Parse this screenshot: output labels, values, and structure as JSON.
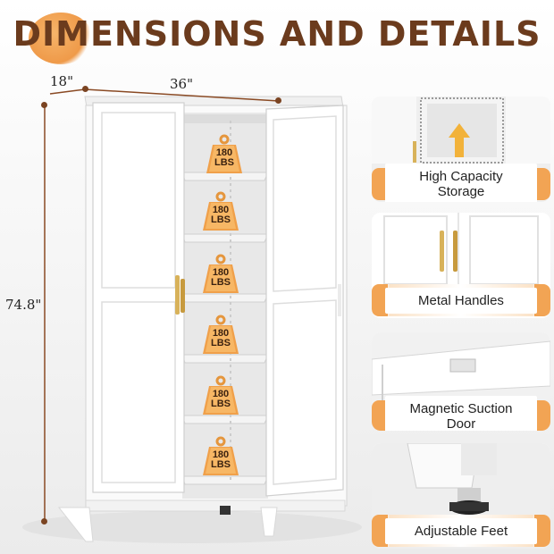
{
  "title": "DIMENSIONS AND DETAILS",
  "dimensions": {
    "depth": "18\"",
    "width": "36\"",
    "height": "74.8\""
  },
  "shelf_weight_label": [
    "180",
    "LBS"
  ],
  "shelves": [
    {
      "weight": "180",
      "unit": "LBS"
    },
    {
      "weight": "180",
      "unit": "LBS"
    },
    {
      "weight": "180",
      "unit": "LBS"
    },
    {
      "weight": "180",
      "unit": "LBS"
    },
    {
      "weight": "180",
      "unit": "LBS"
    },
    {
      "weight": "180",
      "unit": "LBS"
    }
  ],
  "features": [
    {
      "label": "High Capacity Storage"
    },
    {
      "label": "Metal Handles"
    },
    {
      "label": "Magnetic Suction Door"
    },
    {
      "label": "Adjustable Feet"
    }
  ],
  "colors": {
    "accent": "#f2a454",
    "title": "#6b3b1d",
    "handle": "#d8b25a",
    "cabinet": "#ffffff"
  }
}
